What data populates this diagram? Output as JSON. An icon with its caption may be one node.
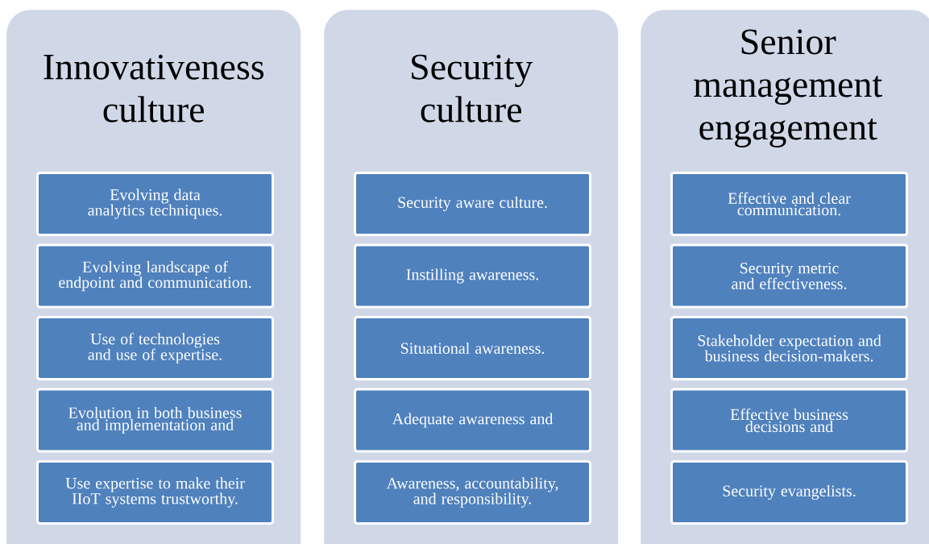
{
  "diagram": {
    "nodes": [
      {
        "text": [
          "Innovativeness culture"
        ]
      },
      {
        "text": [
          "Evolving data analytics techniques."
        ],
        "in": 0
      },
      {
        "text": [
          "Evolving landscape of endpoint and communication."
        ],
        "in": 0
      },
      {
        "text": [
          "Use of technologies and use of expertise."
        ],
        "in": 0
      },
      {
        "text": [
          "Evolution in both business and implementation and"
        ],
        "in": 0
      },
      {
        "text": [
          "Use expertise to make their IIoT systems trustworthy."
        ],
        "in": 0
      },
      {
        "text": [
          "Security culture"
        ]
      },
      {
        "text": [
          "Security aware culture."
        ],
        "in": 6
      },
      {
        "text": [
          "Instilling awareness."
        ],
        "in": 6
      },
      {
        "text": [
          "Situational awareness."
        ],
        "in": 6
      },
      {
        "text": [
          "Adequate awareness and"
        ],
        "in": 6
      },
      {
        "text": [
          "Awareness, accountability, and responsibility."
        ],
        "in": 6
      },
      {
        "text": [
          "Senior management engagement"
        ]
      },
      {
        "text": [
          "Effective and clear communication."
        ],
        "in": 12
      },
      {
        "text": [
          "Security metric and effectiveness."
        ],
        "in": 12
      },
      {
        "text": [
          "Stakeholder expectation and business decision-makers."
        ],
        "in": 12
      },
      {
        "text": [
          "Effective business decisions and"
        ],
        "in": 12
      },
      {
        "text": [
          "Security evangelists."
        ],
        "in": 12
      }
    ]
  }
}
